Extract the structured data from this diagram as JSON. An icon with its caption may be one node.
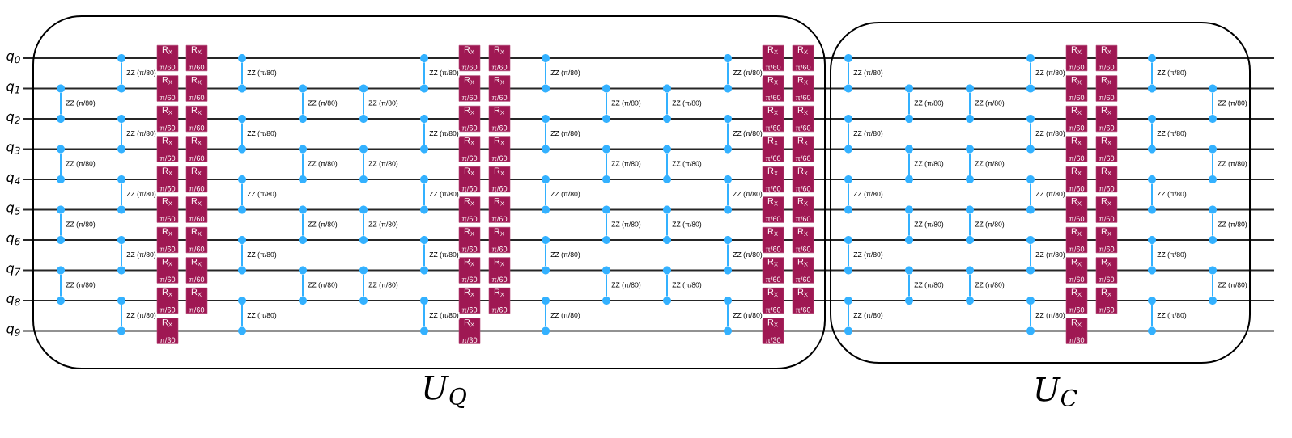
{
  "diagram": {
    "nodes": [
      {
        "text": [
          "U$_{Q}$"
        ]
      },
      {
        "text": [],
        "shape": "circle",
        "in": 0
      },
      {
        "text": [],
        "shape": "circle",
        "in": 0
      },
      {
        "text": [],
        "shape": "circle",
        "in": 0
      },
      {
        "text": [],
        "shape": "circle",
        "in": 0
      },
      {
        "text": [],
        "shape": "circle",
        "in": 0
      },
      {
        "text": [],
        "shape": "circle",
        "in": 0
      },
      {
        "text": [],
        "shape": "circle",
        "in": 0
      },
      {
        "text": [],
        "shape": "circle",
        "in": 0
      },
      {
        "text": [],
        "shape": "circle",
        "in": 0
      },
      {
        "text": [],
        "shape": "circle",
        "in": 0
      },
      {
        "text": [],
        "shape": "circle",
        "in": 0
      },
      {
        "text": [],
        "shape": "circle",
        "in": 0
      },
      {
        "text": [],
        "shape": "circle",
        "in": 0
      },
      {
        "text": [],
        "shape": "circle",
        "in": 0
      },
      {
        "text": [],
        "shape": "circle",
        "in": 0
      },
      {
        "text": [],
        "shape": "circle",
        "in": 0
      },
      {
        "text": [],
        "shape": "circle",
        "in": 0
      },
      {
        "text": [],
        "shape": "circle",
        "in": 0
      },
      {
        "text": [
          "R$_{X}$",
          "π/60"
        ],
        "in": 0
      },
      {
        "text": [
          "R$_{X}$",
          "π/60"
        ],
        "in": 0
      },
      {
        "text": [
          "R$_{X}$",
          "π/60"
        ],
        "in": 0
      },
      {
        "text": [
          "R$_{X}$",
          "π/60"
        ],
        "in": 0
      },
      {
        "text": [
          "R$_{X}$",
          "π/60"
        ],
        "in": 0
      },
      {
        "text": [
          "R$_{X}$",
          "π/60"
        ],
        "in": 0
      },
      {
        "text": [
          "R$_{X}$",
          "π/60"
        ],
        "in": 0
      },
      {
        "text": [
          "R$_{X}$",
          "π/60"
        ],
        "in": 0
      },
      {
        "text": [
          "R$_{X}$",
          "π/60"
        ],
        "in": 0
      },
      {
        "text": [
          "R$_{X}$",
          "π/30"
        ],
        "in": 0
      },
      {
        "text": [
          "R$_{X}$",
          "π/60"
        ],
        "in": 0
      },
      {
        "text": [
          "R$_{X}$",
          "π/60"
        ],
        "in": 0
      },
      {
        "text": [
          "R$_{X}$",
          "π/60"
        ],
        "in": 0
      },
      {
        "text": [
          "R$_{X}$",
          "π/60"
        ],
        "in": 0
      },
      {
        "text": [
          "R$_{X}$",
          "π/60"
        ],
        "in": 0
      },
      {
        "text": [
          "R$_{X}$",
          "π/60"
        ],
        "in": 0
      },
      {
        "text": [
          "R$_{X}$",
          "π/60"
        ],
        "in": 0
      },
      {
        "text": [
          "R$_{X}$",
          "π/60"
        ],
        "in": 0
      },
      {
        "text": [
          "R$_{X}$",
          "π/60"
        ],
        "in": 0
      },
      {
        "text": [],
        "shape": "circle",
        "in": 0
      },
      {
        "text": [],
        "shape": "circle",
        "in": 0
      },
      {
        "text": [],
        "shape": "circle",
        "in": 0
      },
      {
        "text": [],
        "shape": "circle",
        "in": 0
      },
      {
        "text": [],
        "shape": "circle",
        "in": 0
      },
      {
        "text": [],
        "shape": "circle",
        "in": 0
      },
      {
        "text": [],
        "shape": "circle",
        "in": 0
      },
      {
        "text": [],
        "shape": "circle",
        "in": 0
      },
      {
        "text": [],
        "shape": "circle",
        "in": 0
      },
      {
        "text": [],
        "shape": "circle",
        "in": 0
      },
      {
        "text": [],
        "shape": "circle",
        "in": 0
      },
      {
        "text": [],
        "shape": "circle",
        "in": 0
      },
      {
        "text": [],
        "shape": "circle",
        "in": 0
      },
      {
        "text": [],
        "shape": "circle",
        "in": 0
      },
      {
        "text": [],
        "shape": "circle",
        "in": 0
      },
      {
        "text": [],
        "shape": "circle",
        "in": 0
      },
      {
        "text": [],
        "shape": "circle",
        "in": 0
      },
      {
        "text": [],
        "shape": "circle",
        "in": 0
      },
      {
        "text": [],
        "shape": "circle",
        "in": 0
      },
      {
        "text": [],
        "shape": "circle",
        "in": 0
      },
      {
        "text": [],
        "shape": "circle",
        "in": 0
      },
      {
        "text": [],
        "shape": "circle",
        "in": 0
      },
      {
        "text": [],
        "shape": "circle",
        "in": 0
      },
      {
        "text": [],
        "shape": "circle",
        "in": 0
      },
      {
        "text": [],
        "shape": "circle",
        "in": 0
      },
      {
        "text": [],
        "shape": "circle",
        "in": 0
      },
      {
        "text": [],
        "shape": "circle",
        "in": 0
      },
      {
        "text": [],
        "shape": "circle",
        "in": 0
      },
      {
        "text": [],
        "shape": "circle",
        "in": 0
      },
      {
        "text": [],
        "shape": "circle",
        "in": 0
      },
      {
        "text": [],
        "shape": "circle",
        "in": 0
      },
      {
        "text": [],
        "shape": "circle",
        "in": 0
      },
      {
        "text": [],
        "shape": "circle",
        "in": 0
      },
      {
        "text": [],
        "shape": "circle",
        "in": 0
      },
      {
        "text": [],
        "shape": "circle",
        "in": 0
      },
      {
        "text": [],
        "shape": "circle",
        "in": 0
      },
      {
        "text": [
          "R$_{X}$",
          "π/60"
        ],
        "in": 0
      },
      {
        "text": [
          "R$_{X}$",
          "π/60"
        ],
        "in": 0
      },
      {
        "text": [
          "R$_{X}$",
          "π/60"
        ],
        "in": 0
      },
      {
        "text": [
          "R$_{X}$",
          "π/60"
        ],
        "in": 0
      },
      {
        "text": [
          "R$_{X}$",
          "π/60"
        ],
        "in": 0
      },
      {
        "text": [
          "R$_{X}$",
          "π/60"
        ],
        "in": 0
      },
      {
        "text": [
          "R$_{X}$",
          "π/60"
        ],
        "in": 0
      },
      {
        "text": [
          "R$_{X}$",
          "π/60"
        ],
        "in": 0
      },
      {
        "text": [
          "R$_{X}$",
          "π/60"
        ],
        "in": 0
      },
      {
        "text": [
          "R$_{X}$",
          "π/30"
        ],
        "in": 0
      },
      {
        "text": [
          "R$_{X}$",
          "π/60"
        ],
        "in": 0
      },
      {
        "text": [
          "R$_{X}$",
          "π/60"
        ],
        "in": 0
      },
      {
        "text": [
          "R$_{X}$",
          "π/60"
        ],
        "in": 0
      },
      {
        "text": [
          "R$_{X}$",
          "π/60"
        ],
        "in": 0
      },
      {
        "text": [
          "R$_{X}$",
          "π/60"
        ],
        "in": 0
      },
      {
        "text": [
          "R$_{X}$",
          "π/60"
        ],
        "in": 0
      },
      {
        "text": [
          "R$_{X}$",
          "π/60"
        ],
        "in": 0
      },
      {
        "text": [
          "R$_{X}$",
          "π/60"
        ],
        "in": 0
      },
      {
        "text": [
          "R$_{X}$",
          "π/60"
        ],
        "in": 0
      },
      {
        "text": [],
        "shape": "circle",
        "in": 0
      },
      {
        "text": [],
        "shape": "circle",
        "in": 0
      },
      {
        "text": [],
        "shape": "circle",
        "in": 0
      },
      {
        "text": [],
        "shape": "circle",
        "in": 0
      },
      {
        "text": [],
        "shape": "circle",
        "in": 0
      },
      {
        "text": [],
        "shape": "circle",
        "in": 0
      },
      {
        "text": [],
        "shape": "circle",
        "in": 0
      },
      {
        "text": [],
        "shape": "circle",
        "in": 0
      },
      {
        "text": [],
        "shape": "circle",
        "in": 0
      },
      {
        "text": [],
        "shape": "circle",
        "in": 0
      },
      {
        "text": [],
        "shape": "circle",
        "in": 0
      },
      {
        "text": [],
        "shape": "circle",
        "in": 0
      },
      {
        "text": [],
        "shape": "circle",
        "in": 0
      },
      {
        "text": [],
        "shape": "circle",
        "in": 0
      },
      {
        "text": [],
        "shape": "circle",
        "in": 0
      },
      {
        "text": [],
        "shape": "circle",
        "in": 0
      },
      {
        "text": [],
        "shape": "circle",
        "in": 0
      },
      {
        "text": [],
        "shape": "circle",
        "in": 0
      },
      {
        "text": [],
        "shape": "circle",
        "in": 0
      },
      {
        "text": [],
        "shape": "circle",
        "in": 0
      },
      {
        "text": [],
        "shape": "circle",
        "in": 0
      },
      {
        "text": [],
        "shape": "circle",
        "in": 0
      },
      {
        "text": [],
        "shape": "circle",
        "in": 0
      },
      {
        "text": [],
        "shape": "circle",
        "in": 0
      },
      {
        "text": [],
        "shape": "circle",
        "in": 0
      },
      {
        "text": [],
        "shape": "circle",
        "in": 0
      },
      {
        "text": [],
        "shape": "circle",
        "in": 0
      },
      {
        "text": [],
        "shape": "circle",
        "in": 0
      },
      {
        "text": [],
        "shape": "circle",
        "in": 0
      },
      {
        "text": [],
        "shape": "circle",
        "in": 0
      },
      {
        "text": [],
        "shape": "circle",
        "in": 0
      },
      {
        "text": [],
        "shape": "circle",
        "in": 0
      },
      {
        "text": [],
        "shape": "circle",
        "in": 0
      },
      {
        "text": [],
        "shape": "circle",
        "in": 0
      },
      {
        "text": [],
        "shape": "circle",
        "in": 0
      },
      {
        "text": [],
        "shape": "circle",
        "in": 0
      },
      {
        "text": [
          "R$_{X}$",
          "π/60"
        ],
        "in": 0
      },
      {
        "text": [
          "R$_{X}$",
          "π/60"
        ],
        "in": 0
      },
      {
        "text": [
          "R$_{X}$",
          "π/60"
        ],
        "in": 0
      },
      {
        "text": [
          "R$_{X}$",
          "π/60"
        ],
        "in": 0
      },
      {
        "text": [
          "R$_{X}$",
          "π/60"
        ],
        "in": 0
      },
      {
        "text": [
          "R$_{X}$",
          "π/60"
        ],
        "in": 0
      },
      {
        "text": [
          "R$_{X}$",
          "π/60"
        ],
        "in": 0
      },
      {
        "text": [
          "R$_{X}$",
          "π/60"
        ],
        "in": 0
      },
      {
        "text": [
          "R$_{X}$",
          "π/60"
        ],
        "in": 0
      },
      {
        "text": [
          "R$_{X}$",
          "π/30"
        ],
        "in": 0
      },
      {
        "text": [
          "R$_{X}$",
          "π/60"
        ],
        "in": 0
      },
      {
        "text": [
          "R$_{X}$",
          "π/60"
        ],
        "in": 0
      },
      {
        "text": [
          "R$_{X}$",
          "π/60"
        ],
        "in": 0
      },
      {
        "text": [
          "R$_{X}$",
          "π/60"
        ],
        "in": 0
      },
      {
        "text": [
          "R$_{X}$",
          "π/60"
        ],
        "in": 0
      },
      {
        "text": [
          "R$_{X}$",
          "π/60"
        ],
        "in": 0
      },
      {
        "text": [
          "R$_{X}$",
          "π/60"
        ],
        "in": 0
      },
      {
        "text": [
          "R$_{X}$",
          "π/60"
        ],
        "in": 0
      },
      {
        "text": [
          "R$_{X}$",
          "π/60"
        ],
        "in": 0
      },
      {
        "text": [
          "U$_{C}$"
        ]
      },
      {
        "text": [],
        "shape": "circle",
        "in": 148
      },
      {
        "text": [],
        "shape": "circle",
        "in": 148
      },
      {
        "text": [],
        "shape": "circle",
        "in": 148
      },
      {
        "text": [],
        "shape": "circle",
        "in": 148
      },
      {
        "text": [],
        "shape": "circle",
        "in": 148
      },
      {
        "text": [],
        "shape": "circle",
        "in": 148
      },
      {
        "text": [],
        "shape": "circle",
        "in": 148
      },
      {
        "text": [],
        "shape": "circle",
        "in": 148
      },
      {
        "text": [],
        "shape": "circle",
        "in": 148
      },
      {
        "text": [],
        "shape": "circle",
        "in": 148
      },
      {
        "text": [],
        "shape": "circle",
        "in": 148
      },
      {
        "text": [],
        "shape": "circle",
        "in": 148
      },
      {
        "text": [],
        "shape": "circle",
        "in": 148
      },
      {
        "text": [],
        "shape": "circle",
        "in": 148
      },
      {
        "text": [],
        "shape": "circle",
        "in": 148
      },
      {
        "text": [],
        "shape": "circle",
        "in": 148
      },
      {
        "text": [],
        "shape": "circle",
        "in": 148
      },
      {
        "text": [],
        "shape": "circle",
        "in": 148
      },
      {
        "text": [],
        "shape": "circle",
        "in": 148
      },
      {
        "text": [],
        "shape": "circle",
        "in": 148
      },
      {
        "text": [],
        "shape": "circle",
        "in": 148
      },
      {
        "text": [],
        "shape": "circle",
        "in": 148
      },
      {
        "text": [],
        "shape": "circle",
        "in": 148
      },
      {
        "text": [],
        "shape": "circle",
        "in": 148
      },
      {
        "text": [],
        "shape": "circle",
        "in": 148
      },
      {
        "text": [],
        "shape": "circle",
        "in": 148
      },
      {
        "text": [],
        "shape": "circle",
        "in": 148
      },
      {
        "text": [],
        "shape": "circle",
        "in": 148
      },
      {
        "text": [],
        "shape": "circle",
        "in": 148
      },
      {
        "text": [],
        "shape": "circle",
        "in": 148
      },
      {
        "text": [],
        "shape": "circle",
        "in": 148
      },
      {
        "text": [],
        "shape": "circle",
        "in": 148
      },
      {
        "text": [],
        "shape": "circle",
        "in": 148
      },
      {
        "text": [],
        "shape": "circle",
        "in": 148
      },
      {
        "text": [],
        "shape": "circle",
        "in": 148
      },
      {
        "text": [],
        "shape": "circle",
        "in": 148
      },
      {
        "text": [
          "R$_{X}$",
          "π/60"
        ],
        "in": 148
      },
      {
        "text": [
          "R$_{X}$",
          "π/60"
        ],
        "in": 148
      },
      {
        "text": [
          "R$_{X}$",
          "π/60"
        ],
        "in": 148
      },
      {
        "text": [
          "R$_{X}$",
          "π/60"
        ],
        "in": 148
      },
      {
        "text": [
          "R$_{X}$",
          "π/60"
        ],
        "in": 148
      },
      {
        "text": [
          "R$_{X}$",
          "π/60"
        ],
        "in": 148
      },
      {
        "text": [
          "R$_{X}$",
          "π/60"
        ],
        "in": 148
      },
      {
        "text": [
          "R$_{X}$",
          "π/60"
        ],
        "in": 148
      },
      {
        "text": [
          "R$_{X}$",
          "π/60"
        ],
        "in": 148
      },
      {
        "text": [
          "R$_{X}$",
          "π/30"
        ],
        "in": 148
      },
      {
        "text": [
          "R$_{X}$",
          "π/60"
        ],
        "in": 148
      },
      {
        "text": [
          "R$_{X}$",
          "π/60"
        ],
        "in": 148
      },
      {
        "text": [
          "R$_{X}$",
          "π/60"
        ],
        "in": 148
      },
      {
        "text": [
          "R$_{X}$",
          "π/60"
        ],
        "in": 148
      },
      {
        "text": [
          "R$_{X}$",
          "π/60"
        ],
        "in": 148
      },
      {
        "text": [
          "R$_{X}$",
          "π/60"
        ],
        "in": 148
      },
      {
        "text": [
          "R$_{X}$",
          "π/60"
        ],
        "in": 148
      },
      {
        "text": [
          "R$_{X}$",
          "π/60"
        ],
        "in": 148
      },
      {
        "text": [
          "R$_{X}$",
          "π/60"
        ],
        "in": 148
      },
      {
        "text": [],
        "shape": "circle",
        "in": 148
      },
      {
        "text": [],
        "shape": "circle",
        "in": 148
      },
      {
        "text": [],
        "shape": "circle",
        "in": 148
      },
      {
        "text": [],
        "shape": "circle",
        "in": 148
      },
      {
        "text": [],
        "shape": "circle",
        "in": 148
      },
      {
        "text": [],
        "shape": "circle",
        "in": 148
      },
      {
        "text": [],
        "shape": "circle",
        "in": 148
      },
      {
        "text": [],
        "shape": "circle",
        "in": 148
      },
      {
        "text": [],
        "shape": "circle",
        "in": 148
      },
      {
        "text": [],
        "shape": "circle",
        "in": 148
      },
      {
        "text": [],
        "shape": "circle",
        "in": 148
      },
      {
        "text": [],
        "shape": "circle",
        "in": 148
      },
      {
        "text": [],
        "shape": "circle",
        "in": 148
      },
      {
        "text": [],
        "shape": "circle",
        "in": 148
      },
      {
        "text": [],
        "shape": "circle",
        "in": 148
      },
      {
        "text": [],
        "shape": "circle",
        "in": 148
      },
      {
        "text": [],
        "shape": "circle",
        "in": 148
      },
      {
        "text": [],
        "shape": "circle",
        "in": 148
      },
      {
        "text": [
          "q$_{0}$"
        ]
      },
      {
        "text": [
          "q$_{1}$"
        ]
      },
      {
        "text": [
          "q$_{2}$"
        ]
      },
      {
        "text": [
          "q$_{3}$"
        ]
      },
      {
        "text": [
          "q$_{4}$"
        ]
      },
      {
        "text": [
          "q$_{5}$"
        ]
      },
      {
        "text": [
          "q$_{6}$"
        ]
      },
      {
        "text": [
          "q$_{7}$"
        ]
      },
      {
        "text": [
          "q$_{8}$"
        ]
      },
      {
        "text": [
          "q$_{9}$"
        ]
      }
    ],
    "edges": [
      {
        "from": 1,
        "to": 2,
        "arrow": "none",
        "label": "ZZ (π/80)"
      },
      {
        "from": 3,
        "to": 4,
        "arrow": "none",
        "label": "ZZ (π/80)"
      },
      {
        "from": 5,
        "to": 6,
        "arrow": "none",
        "label": "ZZ (π/80)"
      },
      {
        "from": 7,
        "to": 8,
        "arrow": "none",
        "label": "ZZ (π/80)"
      },
      {
        "from": 9,
        "to": 10,
        "arrow": "none",
        "label": "ZZ (π/80)"
      },
      {
        "from": 11,
        "to": 12,
        "arrow": "none",
        "label": "ZZ (π/80)"
      },
      {
        "from": 13,
        "to": 14,
        "arrow": "none",
        "label": "ZZ (π/80)"
      },
      {
        "from": 15,
        "to": 16,
        "arrow": "none",
        "label": "ZZ (π/80)"
      },
      {
        "from": 17,
        "to": 18,
        "arrow": "none",
        "label": "ZZ (π/80)"
      },
      {
        "from": 38,
        "to": 39,
        "arrow": "none",
        "label": "ZZ (π/80)"
      },
      {
        "from": 40,
        "to": 41,
        "arrow": "none",
        "label": "ZZ (π/80)"
      },
      {
        "from": 42,
        "to": 43,
        "arrow": "none",
        "label": "ZZ (π/80)"
      },
      {
        "from": 44,
        "to": 45,
        "arrow": "none",
        "label": "ZZ (π/80)"
      },
      {
        "from": 46,
        "to": 47,
        "arrow": "none",
        "label": "ZZ (π/80)"
      },
      {
        "from": 48,
        "to": 49,
        "arrow": "none",
        "label": "ZZ (π/80)"
      },
      {
        "from": 50,
        "to": 51,
        "arrow": "none",
        "label": "ZZ (π/80)"
      },
      {
        "from": 52,
        "to": 53,
        "arrow": "none",
        "label": "ZZ (π/80)"
      },
      {
        "from": 54,
        "to": 55,
        "arrow": "none",
        "label": "ZZ (π/80)"
      },
      {
        "from": 56,
        "to": 57,
        "arrow": "none",
        "label": "ZZ (π/80)"
      },
      {
        "from": 58,
        "to": 59,
        "arrow": "none",
        "label": "ZZ (π/80)"
      },
      {
        "from": 60,
        "to": 61,
        "arrow": "none",
        "label": "ZZ (π/80)"
      },
      {
        "from": 62,
        "to": 63,
        "arrow": "none",
        "label": "ZZ (π/80)"
      },
      {
        "from": 64,
        "to": 65,
        "arrow": "none",
        "label": "ZZ (π/80)"
      },
      {
        "from": 66,
        "to": 67,
        "arrow": "none",
        "label": "ZZ (π/80)"
      },
      {
        "from": 68,
        "to": 69,
        "arrow": "none",
        "label": "ZZ (π/80)"
      },
      {
        "from": 70,
        "to": 71,
        "arrow": "none",
        "label": "ZZ (π/80)"
      },
      {
        "from": 72,
        "to": 73,
        "arrow": "none",
        "label": "ZZ (π/80)"
      },
      {
        "from": 93,
        "to": 94,
        "arrow": "none",
        "label": "ZZ (π/80)"
      },
      {
        "from": 95,
        "to": 96,
        "arrow": "none",
        "label": "ZZ (π/80)"
      },
      {
        "from": 97,
        "to": 98,
        "arrow": "none",
        "label": "ZZ (π/80)"
      },
      {
        "from": 99,
        "to": 100,
        "arrow": "none",
        "label": "ZZ (π/80)"
      },
      {
        "from": 101,
        "to": 102,
        "arrow": "none",
        "label": "ZZ (π/80)"
      },
      {
        "from": 103,
        "to": 104,
        "arrow": "none",
        "label": "ZZ (π/80)"
      },
      {
        "from": 105,
        "to": 106,
        "arrow": "none",
        "label": "ZZ (π/80)"
      },
      {
        "from": 107,
        "to": 108,
        "arrow": "none",
        "label": "ZZ (π/80)"
      },
      {
        "from": 109,
        "to": 110,
        "arrow": "none",
        "label": "ZZ (π/80)"
      },
      {
        "from": 111,
        "to": 112,
        "arrow": "none",
        "label": "ZZ (π/80)"
      },
      {
        "from": 113,
        "to": 114,
        "arrow": "none",
        "label": "ZZ (π/80)"
      },
      {
        "from": 115,
        "to": 116,
        "arrow": "none",
        "label": "ZZ (π/80)"
      },
      {
        "from": 117,
        "to": 118,
        "arrow": "none",
        "label": "ZZ (π/80)"
      },
      {
        "from": 119,
        "to": 120,
        "arrow": "none",
        "label": "ZZ (π/80)"
      },
      {
        "from": 121,
        "to": 122,
        "arrow": "none",
        "label": "ZZ (π/80)"
      },
      {
        "from": 123,
        "to": 124,
        "arrow": "none",
        "label": "ZZ (π/80)"
      },
      {
        "from": 125,
        "to": 126,
        "arrow": "none",
        "label": "ZZ (π/80)"
      },
      {
        "from": 127,
        "to": 128,
        "arrow": "none",
        "label": "ZZ (π/80)"
      },
      {
        "from": 149,
        "to": 150,
        "arrow": "none",
        "label": "ZZ (π/80)"
      },
      {
        "from": 151,
        "to": 152,
        "arrow": "none",
        "label": "ZZ (π/80)"
      },
      {
        "from": 153,
        "to": 154,
        "arrow": "none",
        "label": "ZZ (π/80)"
      },
      {
        "from": 155,
        "to": 156,
        "arrow": "none",
        "label": "ZZ (π/80)"
      },
      {
        "from": 157,
        "to": 158,
        "arrow": "none",
        "label": "ZZ (π/80)"
      },
      {
        "from": 159,
        "to": 160,
        "arrow": "none",
        "label": "ZZ (π/80)"
      },
      {
        "from": 161,
        "to": 162,
        "arrow": "none",
        "label": "ZZ (π/80)"
      },
      {
        "from": 163,
        "to": 164,
        "arrow": "none",
        "label": "ZZ (π/80)"
      },
      {
        "from": 165,
        "to": 166,
        "arrow": "none",
        "label": "ZZ (π/80)"
      },
      {
        "from": 167,
        "to": 168,
        "arrow": "none",
        "label": "ZZ (π/80)"
      },
      {
        "from": 169,
        "to": 170,
        "arrow": "none",
        "label": "ZZ (π/80)"
      },
      {
        "from": 171,
        "to": 172,
        "arrow": "none",
        "label": "ZZ (π/80)"
      },
      {
        "from": 173,
        "to": 174,
        "arrow": "none",
        "label": "ZZ (π/80)"
      },
      {
        "from": 175,
        "to": 176,
        "arrow": "none",
        "label": "ZZ (π/80)"
      },
      {
        "from": 177,
        "to": 178,
        "arrow": "none",
        "label": "ZZ (π/80)"
      },
      {
        "from": 179,
        "to": 180,
        "arrow": "none",
        "label": "ZZ (π/80)"
      },
      {
        "from": 181,
        "to": 182,
        "arrow": "none",
        "label": "ZZ (π/80)"
      },
      {
        "from": 183,
        "to": 184,
        "arrow": "none",
        "label": "ZZ (π/80)"
      },
      {
        "from": 204,
        "to": 205,
        "arrow": "none",
        "label": "ZZ (π/80)"
      },
      {
        "from": 206,
        "to": 207,
        "arrow": "none",
        "label": "ZZ (π/80)"
      },
      {
        "from": 208,
        "to": 209,
        "arrow": "none",
        "label": "ZZ (π/80)"
      },
      {
        "from": 210,
        "to": 211,
        "arrow": "none",
        "label": "ZZ (π/80)"
      },
      {
        "from": 212,
        "to": 213,
        "arrow": "none",
        "label": "ZZ (π/80)"
      },
      {
        "from": 214,
        "to": 215,
        "arrow": "none",
        "label": "ZZ (π/80)"
      },
      {
        "from": 216,
        "to": 217,
        "arrow": "none",
        "label": "ZZ (π/80)"
      },
      {
        "from": 218,
        "to": 219,
        "arrow": "none",
        "label": "ZZ (π/80)"
      },
      {
        "from": 220,
        "to": 221,
        "arrow": "none",
        "label": "ZZ (π/80)"
      },
      {
        "from": 222,
        "to": null,
        "arrow": "none",
        "color": "#262626"
      },
      {
        "from": 223,
        "to": null,
        "arrow": "none",
        "color": "#262626"
      },
      {
        "from": 224,
        "to": null,
        "arrow": "none",
        "color": "#262626"
      },
      {
        "from": 225,
        "to": null,
        "arrow": "none",
        "color": "#262626"
      },
      {
        "from": 226,
        "to": null,
        "arrow": "none",
        "color": "#262626"
      },
      {
        "from": 227,
        "to": null,
        "arrow": "none",
        "color": "#262626"
      },
      {
        "from": 228,
        "to": null,
        "arrow": "none",
        "color": "#262626"
      },
      {
        "from": 229,
        "to": null,
        "arrow": "none",
        "color": "#262626"
      },
      {
        "from": 230,
        "to": null,
        "arrow": "none",
        "color": "#262626"
      },
      {
        "from": 231,
        "to": null,
        "arrow": "none",
        "color": "#262626"
      }
    ]
  }
}
